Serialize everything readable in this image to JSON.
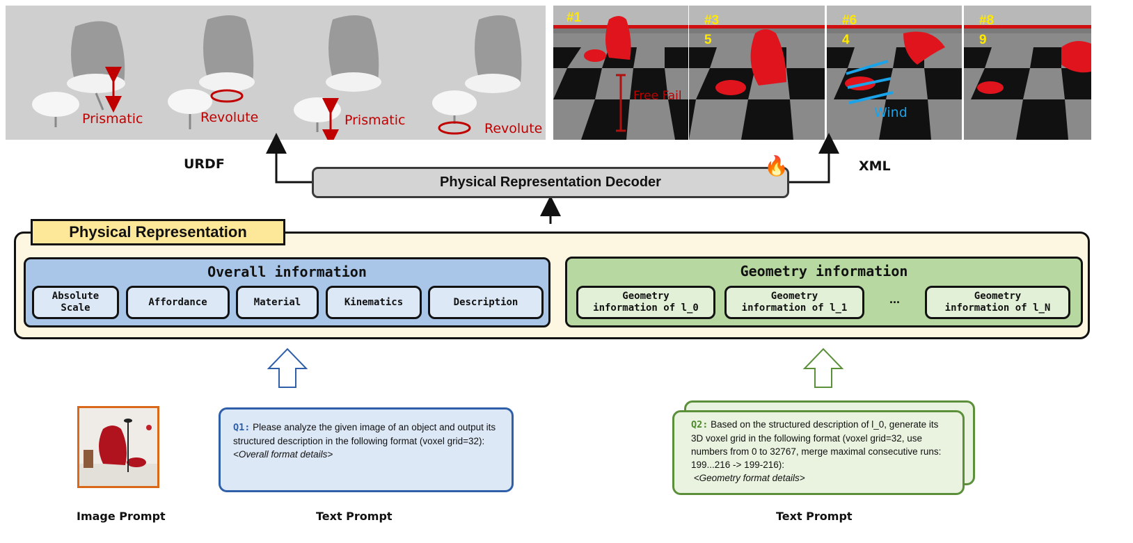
{
  "urdf": {
    "caption": "URDF",
    "joints": [
      "Prismatic",
      "Revolute",
      "Prismatic",
      "Revolute"
    ]
  },
  "simulation": {
    "caption": "XML",
    "frames": [
      {
        "label": "#1"
      },
      {
        "label": "#3\n5"
      },
      {
        "label": "#6\n4"
      },
      {
        "label": "#8\n9"
      }
    ],
    "annotations": {
      "free_fall": "Free Fail",
      "wind": "Wind"
    }
  },
  "decoder": {
    "label": "Physical Representation Decoder"
  },
  "physical_representation": {
    "title": "Physical Representation",
    "overall": {
      "title": "Overall information",
      "items": [
        "Absolute\nScale",
        "Affordance",
        "Material",
        "Kinematics",
        "Description"
      ]
    },
    "geometry": {
      "title": "Geometry information",
      "items": [
        "Geometry\ninformation of l_0",
        "Geometry\ninformation of l_1",
        "Geometry\ninformation of l_N"
      ],
      "ellipsis": "..."
    }
  },
  "prompts": {
    "image_caption": "Image Prompt",
    "text_caption_1": "Text Prompt",
    "text_caption_2": "Text Prompt",
    "q1": {
      "tag": "Q1:",
      "text": "Please analyze the given image of an object and output its structured description in the following format (voxel grid=32):",
      "detail": "<Overall format details>"
    },
    "q2": {
      "tag": "Q2:",
      "text": "Based on the structured description of l_0, generate its 3D voxel grid in the following format (voxel grid=32, use numbers from 0 to 32767, merge maximal consecutive runs: 199...216 -> 199-216):",
      "detail": "<Geometry format details>"
    }
  },
  "colors": {
    "joint_red": "#c00000",
    "frame_label_yellow": "#ffe800",
    "wind_blue": "#1aa3e8",
    "overall_blue": "#a9c6e8",
    "geometry_green": "#b7d8a0",
    "tab_yellow": "#fde89a"
  }
}
